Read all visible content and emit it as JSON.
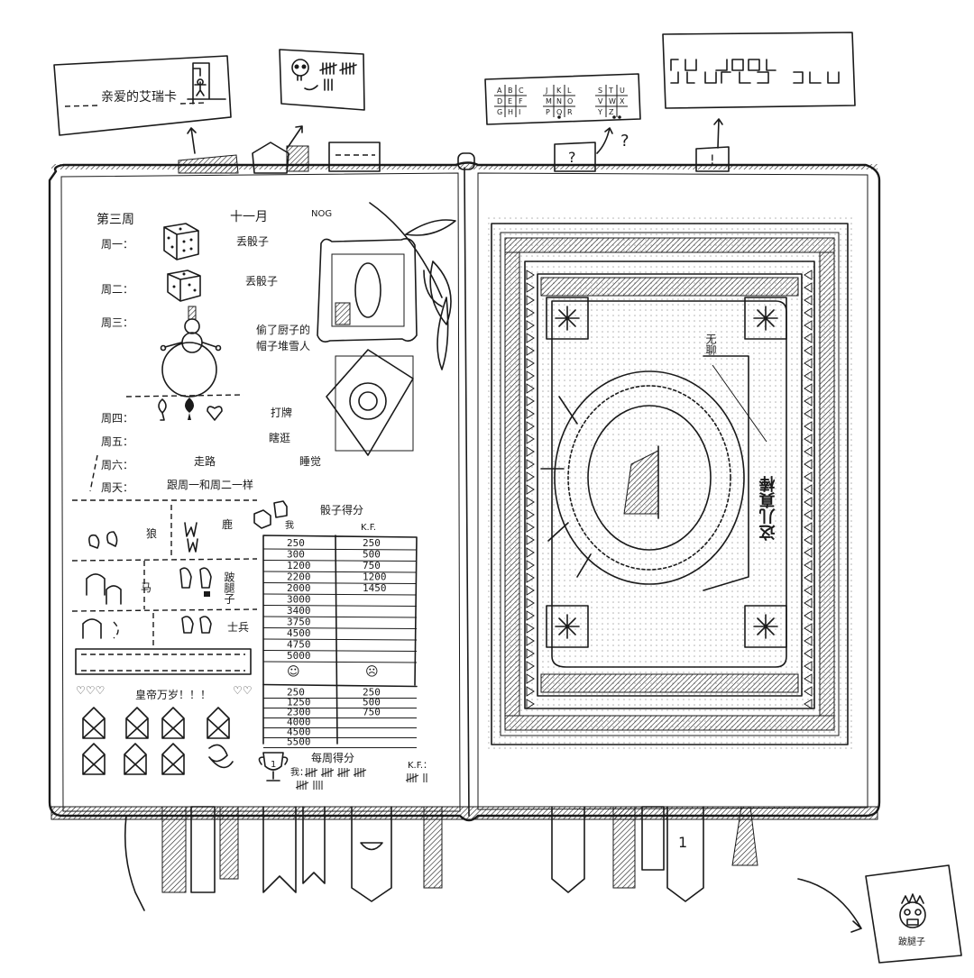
{
  "top_cards": {
    "hangman_card": {
      "text": "亲爱的艾瑞卡"
    },
    "cipher_key": {
      "grid1": [
        "A",
        "B",
        "C",
        "D",
        "E",
        "F",
        "G",
        "H",
        "I"
      ],
      "grid2": [
        "J",
        "K",
        "L",
        "M",
        "N",
        "O",
        "P",
        "Q",
        "R"
      ],
      "grid3": [
        "S",
        "T",
        "U",
        "V",
        "W",
        "X",
        "Y",
        "Z"
      ]
    },
    "tab_question": "?",
    "question_mark": "?",
    "tab_exclaim": "!"
  },
  "left_page": {
    "week_title": "第三周",
    "month": "十一月",
    "month_note": "NOG",
    "days": [
      {
        "label": "周一：",
        "activity": "丢骰子"
      },
      {
        "label": "周二：",
        "activity": "丢骰子"
      },
      {
        "label": "周三：",
        "activity": "偷了厨子的",
        "activity2": "帽子堆雪人"
      },
      {
        "label": "周四：",
        "activity": "打牌"
      },
      {
        "label": "周五：",
        "activity": "瞎逛"
      },
      {
        "label": "周六：",
        "activity": "走路",
        "activity2": "睡觉"
      },
      {
        "label": "周天：",
        "activity": "跟周一和周二一样"
      }
    ],
    "tracks": [
      "狼",
      "鹿",
      "马",
      "跛腿子",
      "士兵"
    ],
    "cheer": "皇帝万岁！！！",
    "dice_scores": {
      "title": "骰子得分",
      "col_me": "我",
      "col_kf": "K.F.",
      "round1_me": [
        "250",
        "300",
        "1200",
        "2200",
        "2000",
        "3000",
        "3400",
        "3750",
        "4500",
        "4750",
        "5000"
      ],
      "round1_kf": [
        "250",
        "500",
        "750",
        "1200",
        "1450"
      ],
      "round2_me": [
        "250",
        "1250",
        "2300",
        "4000",
        "4500",
        "5500"
      ],
      "round2_kf": [
        "250",
        "500",
        "750"
      ]
    },
    "weekly": {
      "title": "每周得分",
      "me_label": "我：",
      "kf_label": "K.F.：",
      "me_tally": 29,
      "kf_tally": 7,
      "trophy_rank": "1"
    }
  },
  "right_page": {
    "caption": "这儿真棒",
    "correction": "无聊"
  },
  "bottom_card": {
    "label": "跛腿子"
  },
  "colors": {
    "ink": "#1a1a1a",
    "paper": "#ffffff"
  }
}
